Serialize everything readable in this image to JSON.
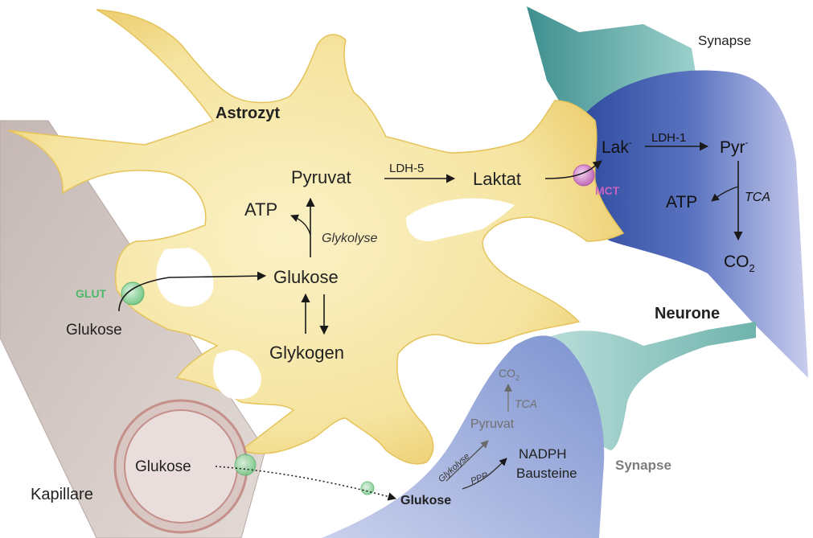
{
  "labels": {
    "astrozyt": "Astrozyt",
    "synapse_top": "Synapse",
    "synapse_bottom": "Synapse",
    "neurone": "Neurone",
    "kapillare": "Kapillare",
    "glut": "GLUT",
    "mct": "MCT"
  },
  "astrocyte": {
    "glukose_in": "Glukose",
    "glukose": "Glukose",
    "glykogen": "Glykogen",
    "glykolyse": "Glykolyse",
    "atp": "ATP",
    "pyruvat": "Pyruvat",
    "ldh5": "LDH-5",
    "laktat": "Laktat"
  },
  "neuron": {
    "lak": "Lak",
    "lak_sup": "-",
    "ldh1": "LDH-1",
    "pyr": "Pyr",
    "pyr_sup": "-",
    "atp": "ATP",
    "tca": "TCA",
    "co2": "CO",
    "co2_sub": "2"
  },
  "capillary": {
    "glukose": "Glukose"
  },
  "lower_neuron": {
    "glukose": "Glukose",
    "glykolyse": "Glykolyse",
    "ppp": "PPP",
    "pyruvat": "Pyruvat",
    "tca": "TCA",
    "co2": "CO",
    "co2_sub": "2",
    "nadph": "NADPH",
    "bausteine": "Bausteine"
  },
  "colors": {
    "astrocyte_fill": "#f5e6a3",
    "astrocyte_edge": "#e6c45a",
    "neuron_dark": "#3f57a8",
    "neuron_light": "#c5cbe8",
    "synapse_teal": "#5aa8a3",
    "capillary_fill": "#dcd0cc",
    "vessel_ring": "#c68f8a",
    "glut_green": "#4cb86a",
    "mct_pink": "#c964c0"
  }
}
